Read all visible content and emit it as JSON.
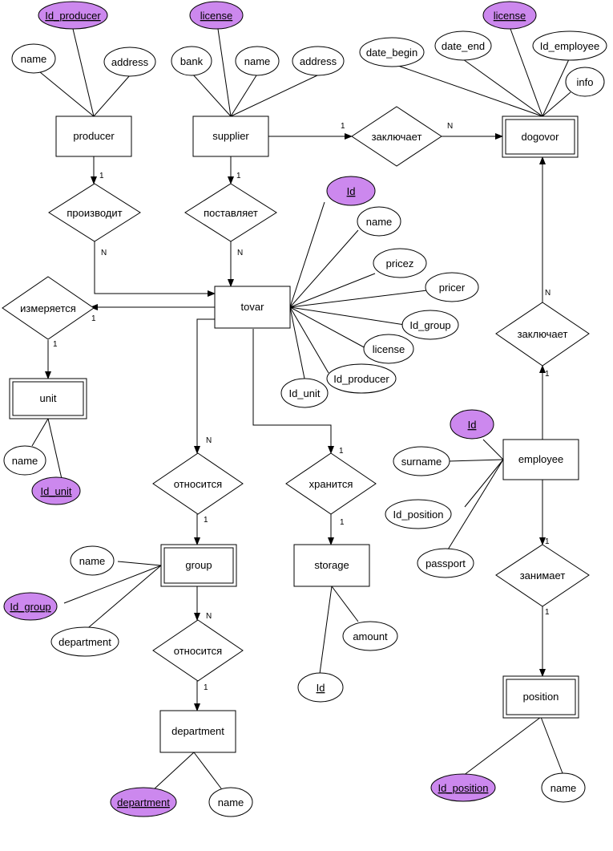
{
  "colors": {
    "key_fill": "#cc88ee",
    "attr_fill": "#ffffff",
    "line": "#000000"
  },
  "entities": {
    "producer": "producer",
    "supplier": "supplier",
    "dogovor": "dogovor",
    "tovar": "tovar",
    "unit": "unit",
    "group": "group",
    "storage": "storage",
    "department": "department",
    "employee": "employee",
    "position": "position"
  },
  "relationships": {
    "proizvodit": "производит",
    "postavlyaet": "поставляет",
    "zaklyuchaet_top": "заключает",
    "izmeryaetsya": "измеряется",
    "otnositsya_1": "относится",
    "khranitsya": "хранится",
    "otnositsya_2": "относится",
    "zaklyuchaet_emp": "заключает",
    "zanimaet": "занимает"
  },
  "attributes": {
    "producer": {
      "key": "Id_producer",
      "name": "name",
      "address": "address"
    },
    "supplier": {
      "key": "license",
      "bank": "bank",
      "name": "name",
      "address": "address"
    },
    "dogovor": {
      "key": "license",
      "date_begin": "date_begin",
      "date_end": "date_end",
      "id_employee": "Id_employee",
      "info": "info"
    },
    "tovar": {
      "key": "Id",
      "name": "name",
      "pricez": "pricez",
      "pricer": "pricer",
      "id_group": "Id_group",
      "license": "license",
      "id_producer": "Id_producer",
      "id_unit": "Id_unit"
    },
    "unit": {
      "key": "Id_unit",
      "name": "name"
    },
    "group": {
      "key": "Id_group",
      "name": "name",
      "department": "department"
    },
    "storage": {
      "key": "Id",
      "amount": "amount"
    },
    "department": {
      "key": "department",
      "name": "name"
    },
    "employee": {
      "key": "Id",
      "surname": "surname",
      "id_position": "Id_position",
      "passport": "passport"
    },
    "position": {
      "key": "Id_position",
      "name": "name"
    }
  },
  "cardinalities": {
    "one": "1",
    "many": "N"
  }
}
